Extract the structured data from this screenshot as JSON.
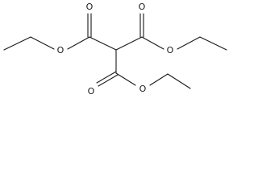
{
  "molecule": {
    "atoms": {
      "o_top_left_carbonyl": "O",
      "o_top_left_ester": "O",
      "o_top_right_carbonyl": "O",
      "o_top_right_ester": "O",
      "o_bottom_carbonyl": "O",
      "o_bottom_ester": "O"
    },
    "colors": {
      "bond": "#1a1a1a",
      "label": "#1a1a1a",
      "background": "#ffffff"
    }
  }
}
